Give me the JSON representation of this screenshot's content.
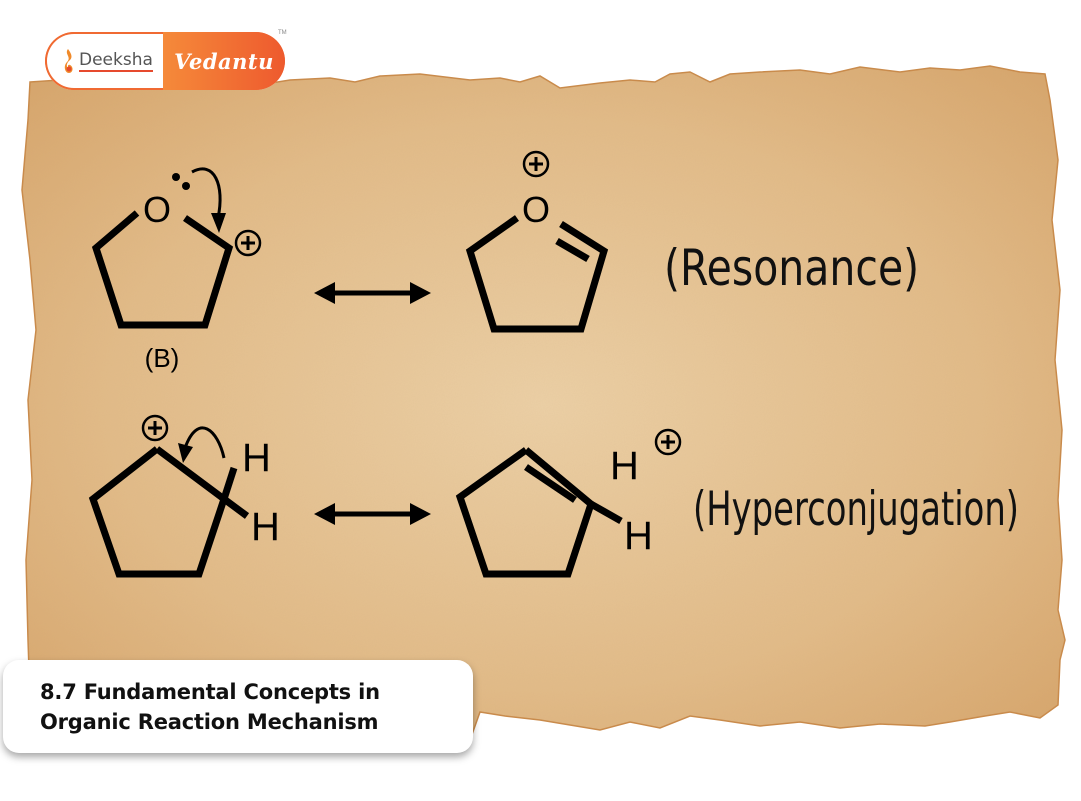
{
  "logo": {
    "left_brand": "Deeksha",
    "right_brand": "Vedantu",
    "trademark": "TM",
    "brand_color": "#f06a32"
  },
  "diagram": {
    "background": "torn parchment paper",
    "paper_color": "#e3bd8c",
    "row1": {
      "structure_left": {
        "atom": "O",
        "charge": "+",
        "label": "(B)",
        "features": [
          "lone pair on O",
          "curved arrow from O lone pair to adjacent carbon",
          "carbocation"
        ]
      },
      "arrow": "resonance double-headed arrow",
      "structure_right": {
        "atom": "O",
        "charge": "+",
        "features": [
          "oxonium with C=O double bond"
        ]
      },
      "label": "(Resonance)"
    },
    "row2": {
      "structure_left": {
        "charge": "+",
        "substituents": [
          "H",
          "H"
        ],
        "features": [
          "cyclopentyl cation",
          "curved arrow from C-H bond to cationic carbon"
        ]
      },
      "arrow": "resonance double-headed arrow",
      "structure_right": {
        "substituents": [
          "H",
          "H"
        ],
        "charge": "+",
        "features": [
          "cyclopentene with C=C",
          "H+ no-bond resonance"
        ]
      },
      "label": "(Hyperconjugation)"
    }
  },
  "caption": {
    "line1": "8.7 Fundamental Concepts in",
    "line2": "Organic Reaction Mechanism"
  }
}
